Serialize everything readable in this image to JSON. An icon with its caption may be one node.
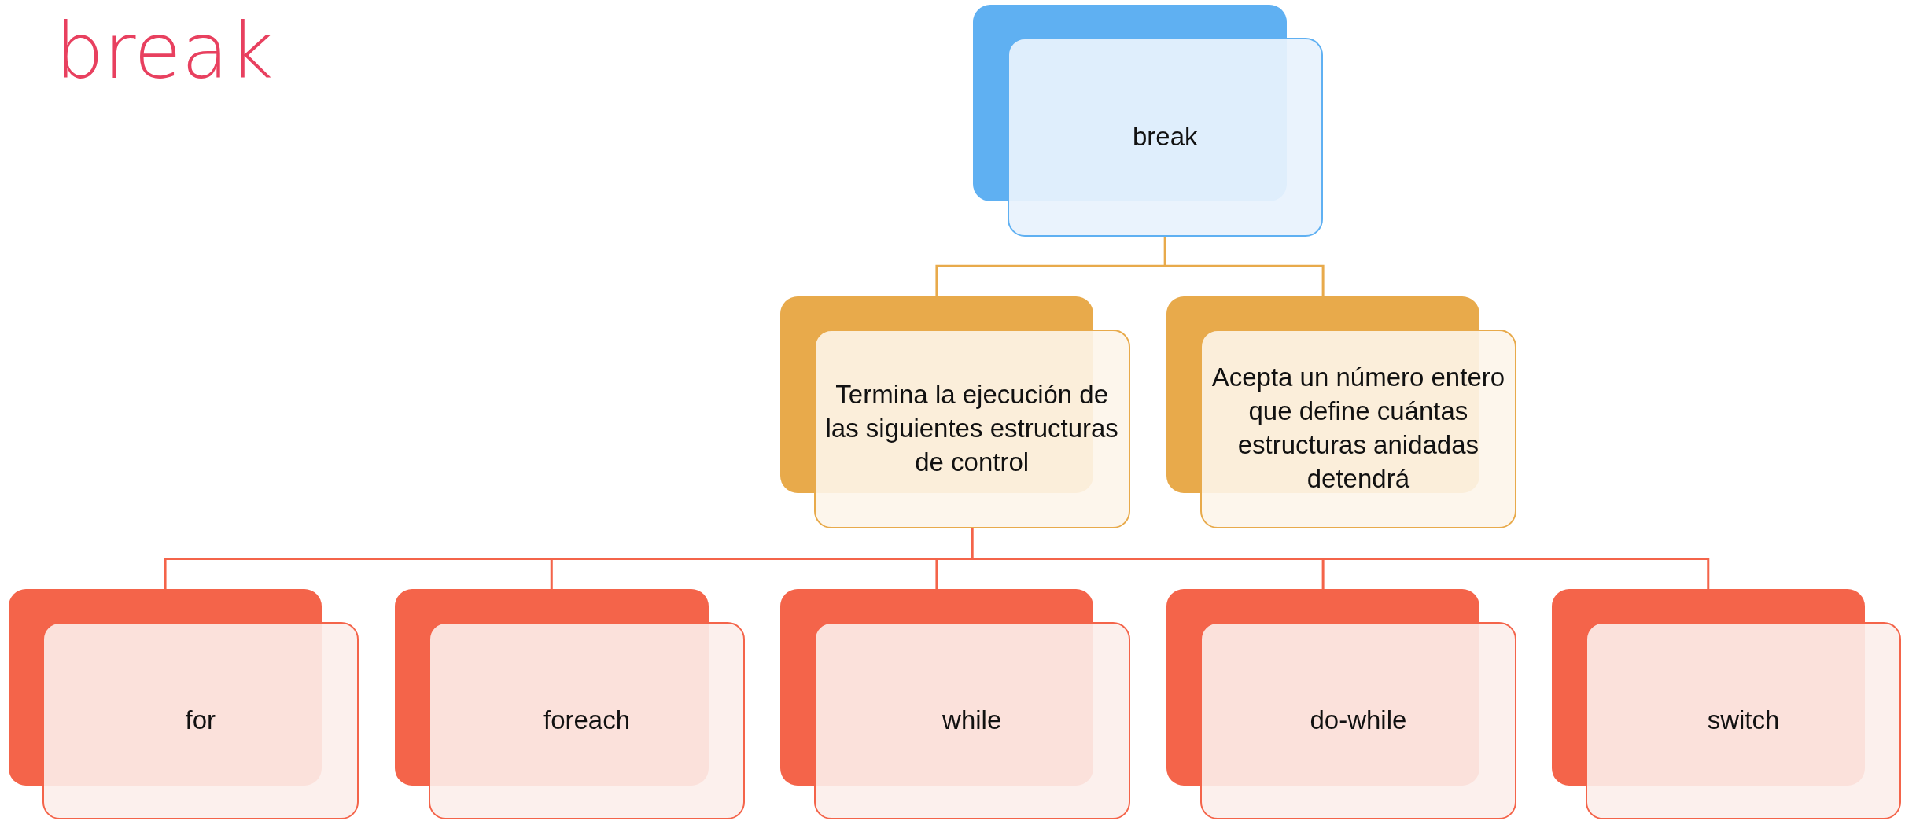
{
  "diagram": {
    "title": "break",
    "nodes": [
      {
        "text": [
          "break"
        ]
      },
      {
        "text": [
          "Termina la ejecución de las siguientes estructuras de control"
        ]
      },
      {
        "text": [
          "Acepta un número entero que define cuántas estructuras anidadas detendrá"
        ]
      },
      {
        "text": [
          "for"
        ]
      },
      {
        "text": [
          "foreach"
        ]
      },
      {
        "text": [
          "while"
        ]
      },
      {
        "text": [
          "do-while"
        ]
      },
      {
        "text": [
          "switch"
        ]
      }
    ],
    "edges": [
      {
        "from": 0,
        "to": 1,
        "arrow": "none",
        "color": "#e8aa4b"
      },
      {
        "from": 0,
        "to": 2,
        "arrow": "none",
        "color": "#e8aa4b"
      },
      {
        "from": 1,
        "to": 3,
        "arrow": "none"
      },
      {
        "from": 1,
        "to": 4,
        "arrow": "none"
      },
      {
        "from": 1,
        "to": 5,
        "arrow": "none"
      },
      {
        "from": 1,
        "to": 6,
        "arrow": "none"
      },
      {
        "from": 1,
        "to": 7,
        "arrow": "none"
      }
    ]
  }
}
